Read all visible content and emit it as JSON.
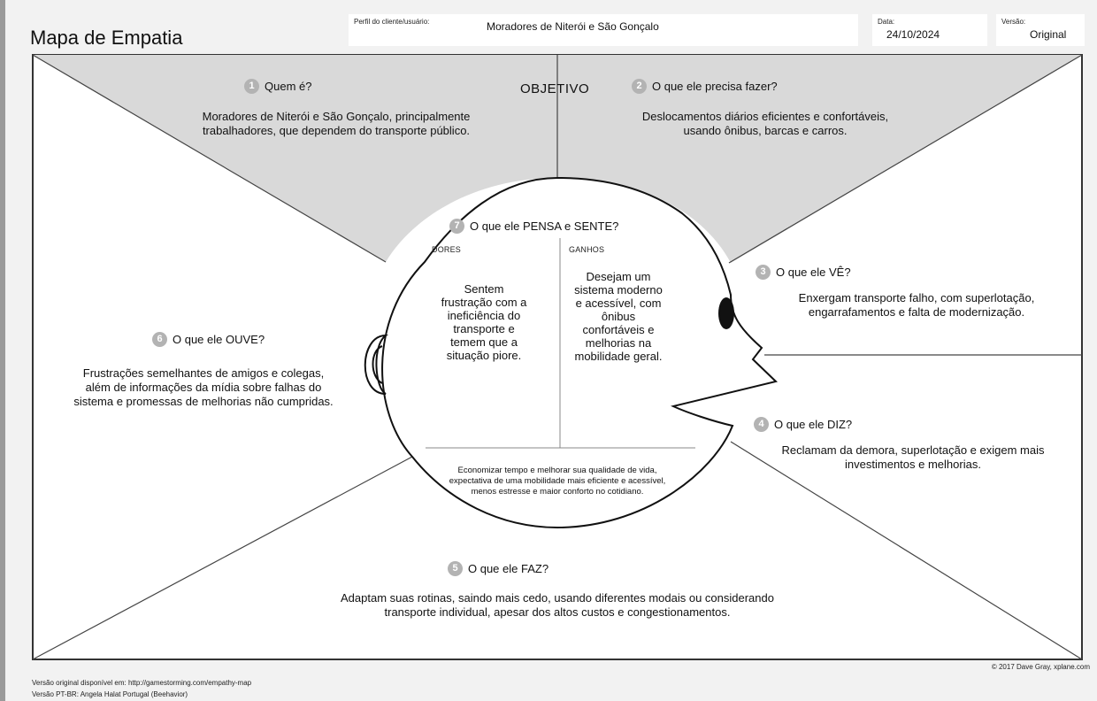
{
  "header": {
    "title": "Mapa de Empatia",
    "profile_label": "Perfil do cliente/usuário:",
    "profile_value": "Moradores de Niterói e São Gonçalo",
    "date_label": "Data:",
    "date_value": "24/10/2024",
    "version_label": "Versão:",
    "version_value": "Original"
  },
  "objective_label": "OBJETIVO",
  "sections": {
    "quem": {
      "number": "1",
      "title": "Quem é?",
      "text": "Moradores de Niterói e São Gonçalo, principalmente trabalhadores, que dependem do transporte público."
    },
    "fazer": {
      "number": "2",
      "title": "O que ele precisa fazer?",
      "text": "Deslocamentos diários eficientes e confortáveis, usando ônibus, barcas e carros."
    },
    "ve": {
      "number": "3",
      "title": "O que ele VÊ?",
      "text": "Enxergam transporte falho, com superlotação, engarrafamentos e falta de modernização."
    },
    "diz": {
      "number": "4",
      "title": "O que ele DIZ?",
      "text": "Reclamam da demora, superlotação e exigem mais investimentos e melhorias."
    },
    "faz": {
      "number": "5",
      "title": "O que ele FAZ?",
      "text": "Adaptam suas rotinas, saindo mais cedo, usando diferentes modais ou considerando transporte individual, apesar dos altos custos e congestionamentos."
    },
    "ouve": {
      "number": "6",
      "title": "O que ele OUVE?",
      "text": "Frustrações semelhantes de amigos e colegas, além de informações da mídia sobre falhas do sistema e promessas de melhorias não cumpridas."
    },
    "pensa": {
      "number": "7",
      "title": "O que ele PENSA e SENTE?",
      "dores_label": "DORES",
      "dores_text": "Sentem frustração com a ineficiência do transporte e temem que a situação piore.",
      "ganhos_label": "GANHOS",
      "ganhos_text": "Desejam um sistema moderno e acessível, com ônibus confortáveis e melhorias na mobilidade geral.",
      "goal_text": "Economizar tempo e melhorar sua qualidade de vida, expectativa de uma mobilidade mais eficiente e acessível, menos estresse e maior conforto no cotidiano."
    }
  },
  "footer": {
    "copyright": "© 2017 Dave Gray, xplane.com",
    "original_version": "Versão original disponível em: http://gamestorming.com/empathy-map",
    "ptbr_version": "Versão PT-BR: Angela Halat Portugal (Beehavior)"
  },
  "colors": {
    "top_fill": "#d9d9d9",
    "bottom_fill": "#ffffff",
    "number_badge": "#b3b3b3"
  }
}
